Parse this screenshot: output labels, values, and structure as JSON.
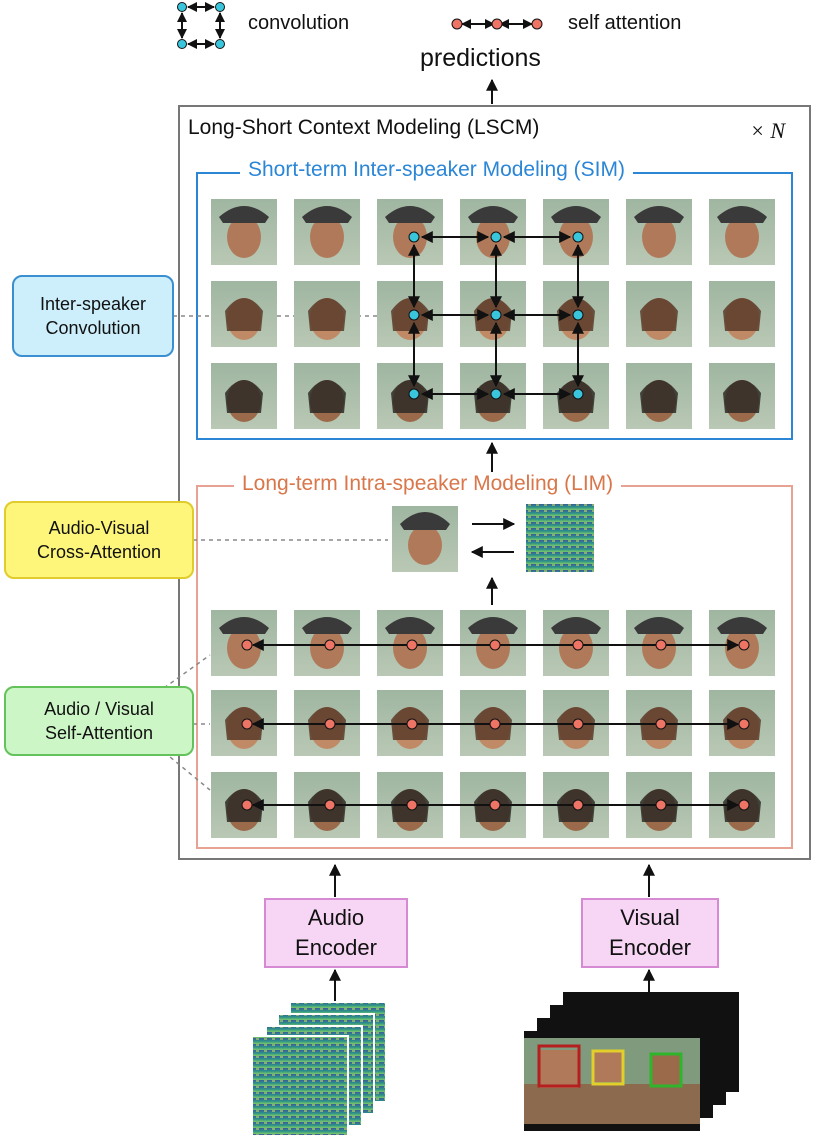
{
  "legend": {
    "convolution_label": "convolution",
    "self_attention_label": "self attention"
  },
  "output_label": "predictions",
  "lscm": {
    "title": "Long-Short Context Modeling (LSCM)",
    "repeat_label": "× N"
  },
  "sim": {
    "title": "Short-term Inter-speaker Modeling (SIM)"
  },
  "lim": {
    "title": "Long-term Intra-speaker Modeling (LIM)"
  },
  "side_labels": {
    "inter_speaker_line1": "Inter-speaker",
    "inter_speaker_line2": "Convolution",
    "cross_attention_line1": "Audio-Visual",
    "cross_attention_line2": "Cross-Attention",
    "self_attention_line1": "Audio / Visual",
    "self_attention_line2": "Self-Attention"
  },
  "encoders": {
    "audio_line1": "Audio",
    "audio_line2": "Encoder",
    "visual_line1": "Visual",
    "visual_line2": "Encoder"
  },
  "colors": {
    "sim_border": "#2b86d6",
    "lim_border": "#e8a293",
    "lim_title": "#d9764a",
    "conv_node": "#39c6dc",
    "attn_node": "#ee7466",
    "inter_box_fill": "#cdeefb",
    "inter_box_border": "#3a8fd0",
    "cross_box_fill": "#fdf67a",
    "cross_box_border": "#e0cc2c",
    "self_box_fill": "#cdf6c6",
    "self_box_border": "#63c25a",
    "encoder_fill": "#f7d5f5",
    "encoder_border": "#d58ad3"
  }
}
